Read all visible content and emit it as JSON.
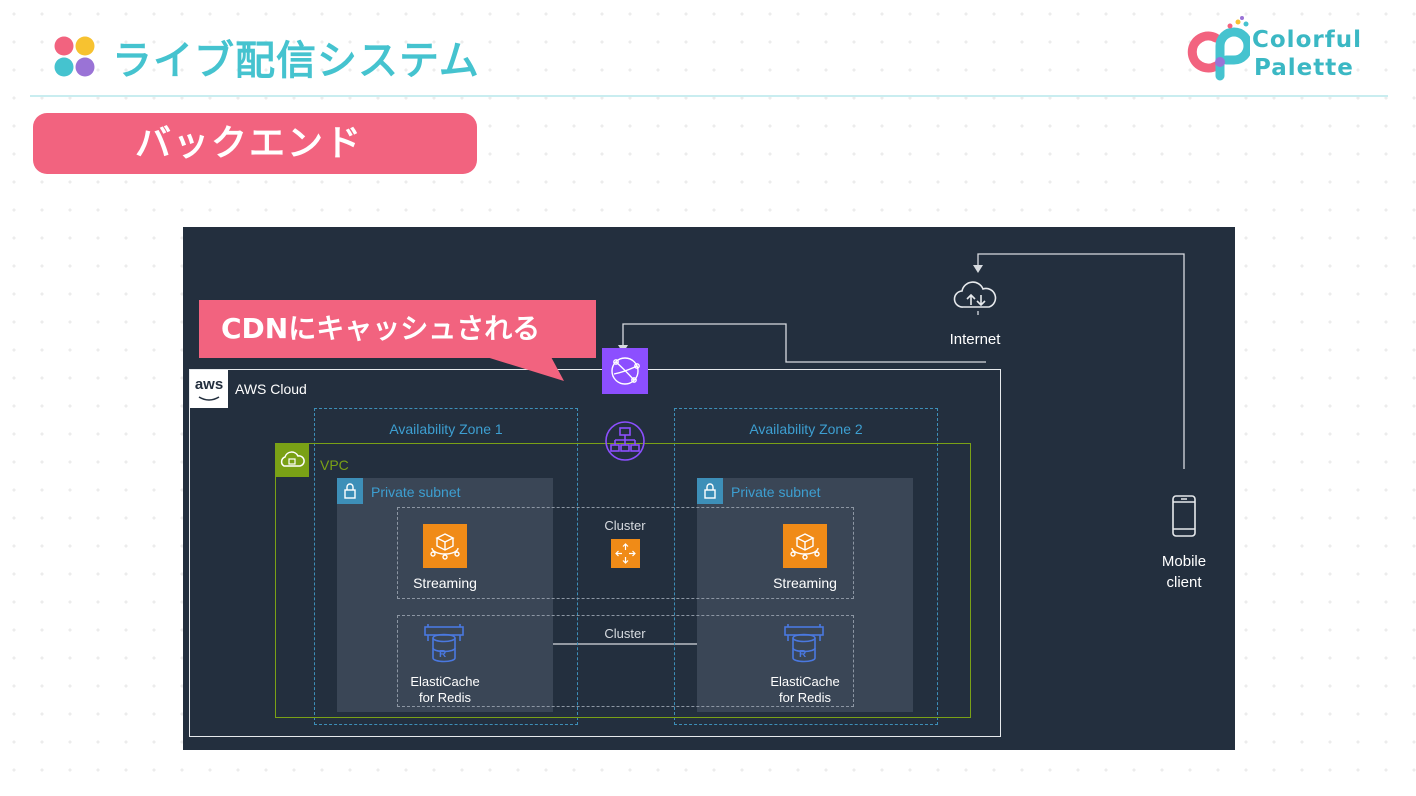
{
  "header": {
    "title": "ライブ配信システム",
    "section_tab": "バックエンド",
    "brand_line1": "Colorful",
    "brand_line2": "Palette"
  },
  "callout": "CDNにキャッシュされる",
  "diagram": {
    "aws_badge": "aws",
    "aws_cloud": "AWS Cloud",
    "internet": "Internet",
    "vpc": "VPC",
    "zone1": "Availability Zone 1",
    "zone2": "Availability Zone 2",
    "subnet1": "Private subnet",
    "subnet2": "Private subnet",
    "cluster_top": "Cluster",
    "cluster_bottom": "Cluster",
    "streaming1": "Streaming",
    "streaming2": "Streaming",
    "elasticache1_line1": "ElastiCache",
    "elasticache1_line2": "for Redis",
    "elasticache2_line1": "ElastiCache",
    "elasticache2_line2": "for Redis",
    "mobile_line1": "Mobile",
    "mobile_line2": "client"
  },
  "colors": {
    "title": "#45c3cf",
    "tab": "#f2637f",
    "diagram_bg": "#232f3e",
    "zone_border": "#3d8fb8",
    "vpc_border": "#7aa116",
    "orange_service": "#f08b17",
    "purple_service": "#8c4fff"
  },
  "icons": [
    "four-dots-logo-icon",
    "colorful-palette-logo-icon",
    "cloud-internet-icon",
    "cloudfront-icon",
    "load-balancer-icon",
    "vpc-cloud-icon",
    "lock-icon",
    "streaming-service-icon",
    "cluster-icon",
    "elasticache-redis-icon",
    "mobile-phone-icon",
    "aws-logo-icon"
  ]
}
